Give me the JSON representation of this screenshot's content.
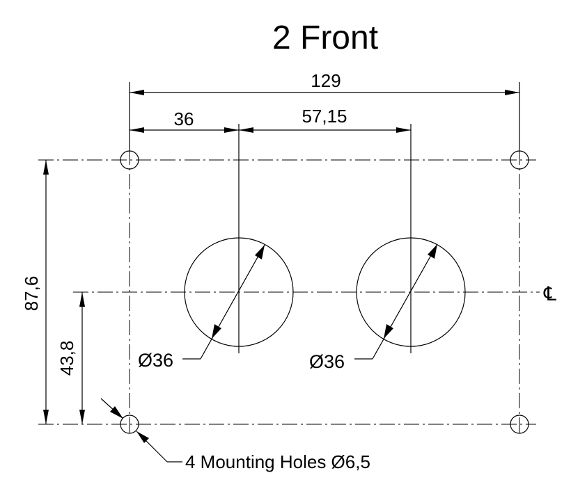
{
  "drawing": {
    "title": "2 Front",
    "dimensions": {
      "overall_width": "129",
      "left_offset": "36",
      "hole_spacing": "57,15",
      "overall_height": "87,6",
      "center_height": "43,8"
    },
    "hole_left_label": "Ø36",
    "hole_right_label": "Ø36",
    "mounting_label": "4 Mounting Holes Ø6,5",
    "centerline_symbol": "℄"
  }
}
